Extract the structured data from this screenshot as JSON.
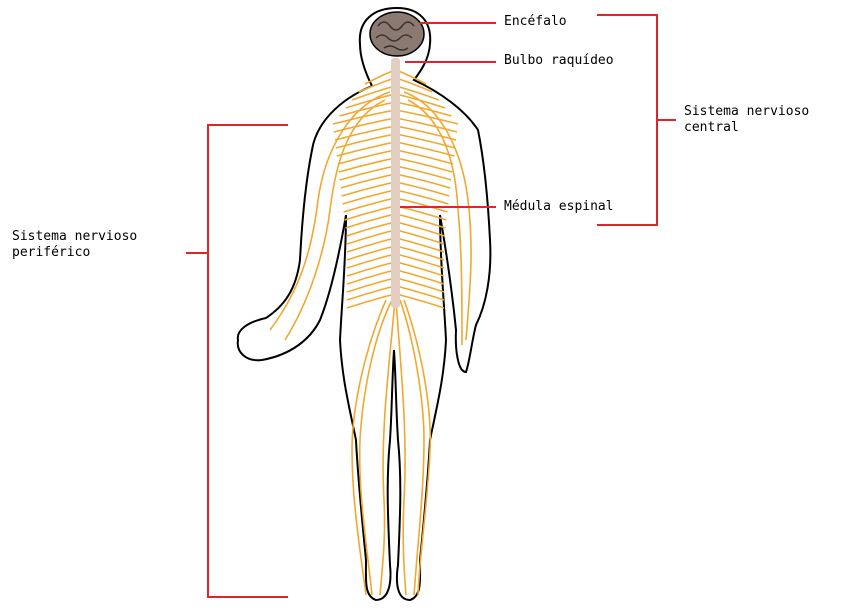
{
  "labels": {
    "encefalo": "Encéfalo",
    "bulbo": "Bulbo raquídeo",
    "medula": "Médula espinal",
    "central_line1": "Sistema nervioso",
    "central_line2": "central",
    "periferico_line1": "Sistema nervioso",
    "periferico_line2": "periférico"
  },
  "colors": {
    "nerves": "#f0a830",
    "body_outline": "#000000",
    "spinal_cord": "#e3cfc2",
    "brain": "#8a7a72",
    "callouts": "#e0242a"
  }
}
